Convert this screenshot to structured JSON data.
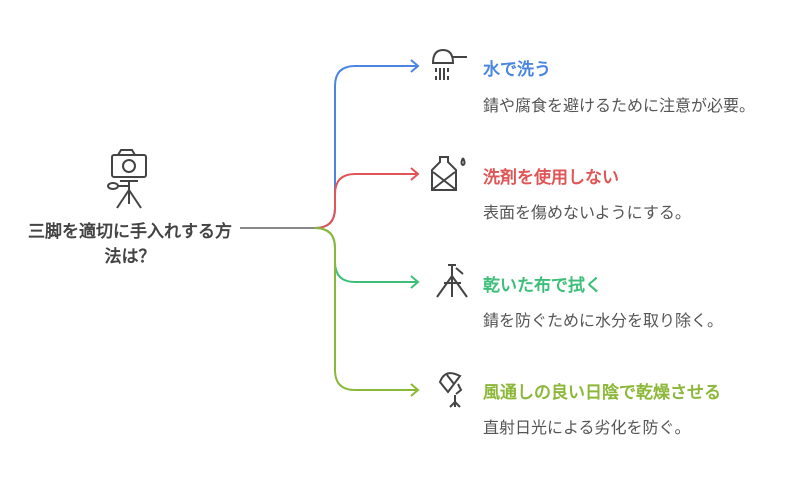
{
  "central": {
    "title": "三脚を適切に手入れする方法は？",
    "icon": "camera-tripod-icon"
  },
  "branches": [
    {
      "title": "水で洗う",
      "description": "錆や腐食を避けるために注意が必要。",
      "color": "#4a86e0",
      "icon": "shower-icon"
    },
    {
      "title": "洗剤を使用しない",
      "description": "表面を傷めないようにする。",
      "color": "#e05555",
      "icon": "no-detergent-icon"
    },
    {
      "title": "乾いた布で拭く",
      "description": "錆を防ぐために水分を取り除く。",
      "color": "#3dbf7a",
      "icon": "tripod-icon"
    },
    {
      "title": "風通しの良い日陰で乾燥させる",
      "description": "直射日光による劣化を防ぐ。",
      "color": "#8cb83a",
      "icon": "umbrella-stand-icon"
    }
  ]
}
